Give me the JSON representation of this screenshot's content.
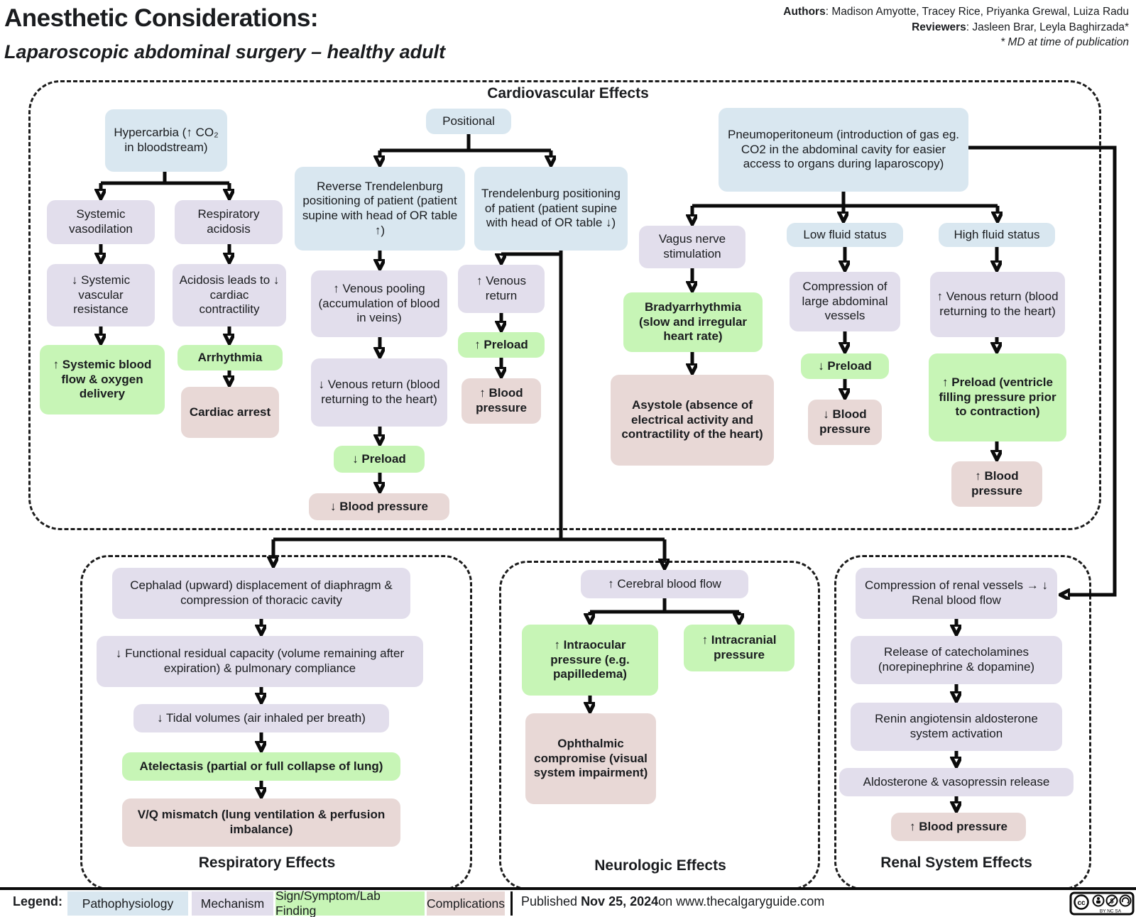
{
  "header": {
    "title": "Anesthetic Considerations:",
    "subtitle": "Laparoscopic abdominal surgery – healthy adult",
    "authors_label": "Authors",
    "authors": ":  Madison Amyotte, Tracey Rice, Priyanka Grewal, Luiza Radu",
    "reviewers_label": "Reviewers",
    "reviewers": ": Jasleen Brar, Leyla Baghirzada*",
    "footnote": "* MD at time of publication"
  },
  "sections": {
    "cardiovascular": "Cardiovascular Effects",
    "respiratory": "Respiratory Effects",
    "neurologic": "Neurologic Effects",
    "renal": "Renal System Effects"
  },
  "nodes": {
    "hypercarbia": "Hypercarbia (↑ CO₂ in bloodstream)",
    "systemic_vasodilation": "Systemic vasodilation",
    "respiratory_acidosis": "Respiratory acidosis",
    "svr_down": "↓ Systemic vascular resistance",
    "systemic_blood_flow": "↑ Systemic blood flow & oxygen delivery",
    "acidosis_contractility": "Acidosis leads to ↓ cardiac contractility",
    "arrhythmia": "Arrhythmia",
    "cardiac_arrest": "Cardiac arrest",
    "positional": "Positional",
    "reverse_trendelenburg": "Reverse Trendelenburg positioning of patient (patient supine with head of OR table ↑)",
    "trendelenburg": "Trendelenburg positioning of patient (patient supine with head of OR table ↓)",
    "venous_pooling": "↑ Venous pooling (accumulation of blood in veins)",
    "venous_return_down": "↓ Venous return (blood returning to the heart)",
    "preload_down_1": "↓ Preload",
    "bp_down_1": "↓ Blood pressure",
    "venous_return_up": "↑ Venous return",
    "preload_up": "↑ Preload",
    "bp_up_1": "↑ Blood pressure",
    "pneumoperitoneum": "Pneumoperitoneum (introduction of gas eg. CO2 in the abdominal cavity for easier access to organs during laparoscopy)",
    "vagus_stimulation": "Vagus nerve stimulation",
    "low_fluid": "Low fluid status",
    "high_fluid": "High fluid status",
    "bradyarrhythmia": "Bradyarrhythmia (slow and irregular heart rate)",
    "asystole": "Asystole (absence of electrical activity and contractility of the heart)",
    "abdominal_compression": "Compression of large abdominal vessels",
    "preload_down_2": "↓ Preload",
    "bp_down_2": "↓ Blood pressure",
    "venous_return_up_2": "↑ Venous return (blood returning to the heart)",
    "preload_up_2": "↑ Preload (ventricle filling pressure prior to contraction)",
    "bp_up_2": "↑ Blood pressure",
    "cephalad": "Cephalad (upward) displacement of diaphragm & compression of thoracic cavity",
    "frc_down": "↓ Functional residual capacity (volume remaining after expiration) & pulmonary compliance",
    "tidal_down": "↓ Tidal volumes (air inhaled per breath)",
    "atelectasis": "Atelectasis (partial or full collapse of lung)",
    "vq_mismatch": "V/Q mismatch (lung ventilation & perfusion imbalance)",
    "cerebral_flow": "↑ Cerebral blood flow",
    "intraocular": "↑ Intraocular pressure (e.g. papilledema)",
    "intracranial": "↑ Intracranial pressure",
    "ophthalmic": "Ophthalmic compromise (visual system impairment)",
    "renal_compression": "Compression of renal vessels → ↓ Renal blood flow",
    "catecholamines": "Release of catecholamines (norepinephrine & dopamine)",
    "raas": "Renin angiotensin aldosterone system activation",
    "aldosterone": "Aldosterone & vasopressin release",
    "bp_up_renal": "↑ Blood pressure"
  },
  "legend": {
    "label": "Legend:",
    "items": [
      {
        "label": "Pathophysiology",
        "color": "#d9e7f0"
      },
      {
        "label": "Mechanism",
        "color": "#e2deec"
      },
      {
        "label": "Sign/Symptom/Lab Finding",
        "color": "#c7f5b6"
      },
      {
        "label": "Complications",
        "color": "#e8d8d6"
      }
    ],
    "published_prefix": "Published ",
    "published_date": "Nov 25, 2024",
    "published_suffix": "on www.thecalgaryguide.com",
    "license_cc": "cc",
    "license_text": "BY NC SA"
  }
}
